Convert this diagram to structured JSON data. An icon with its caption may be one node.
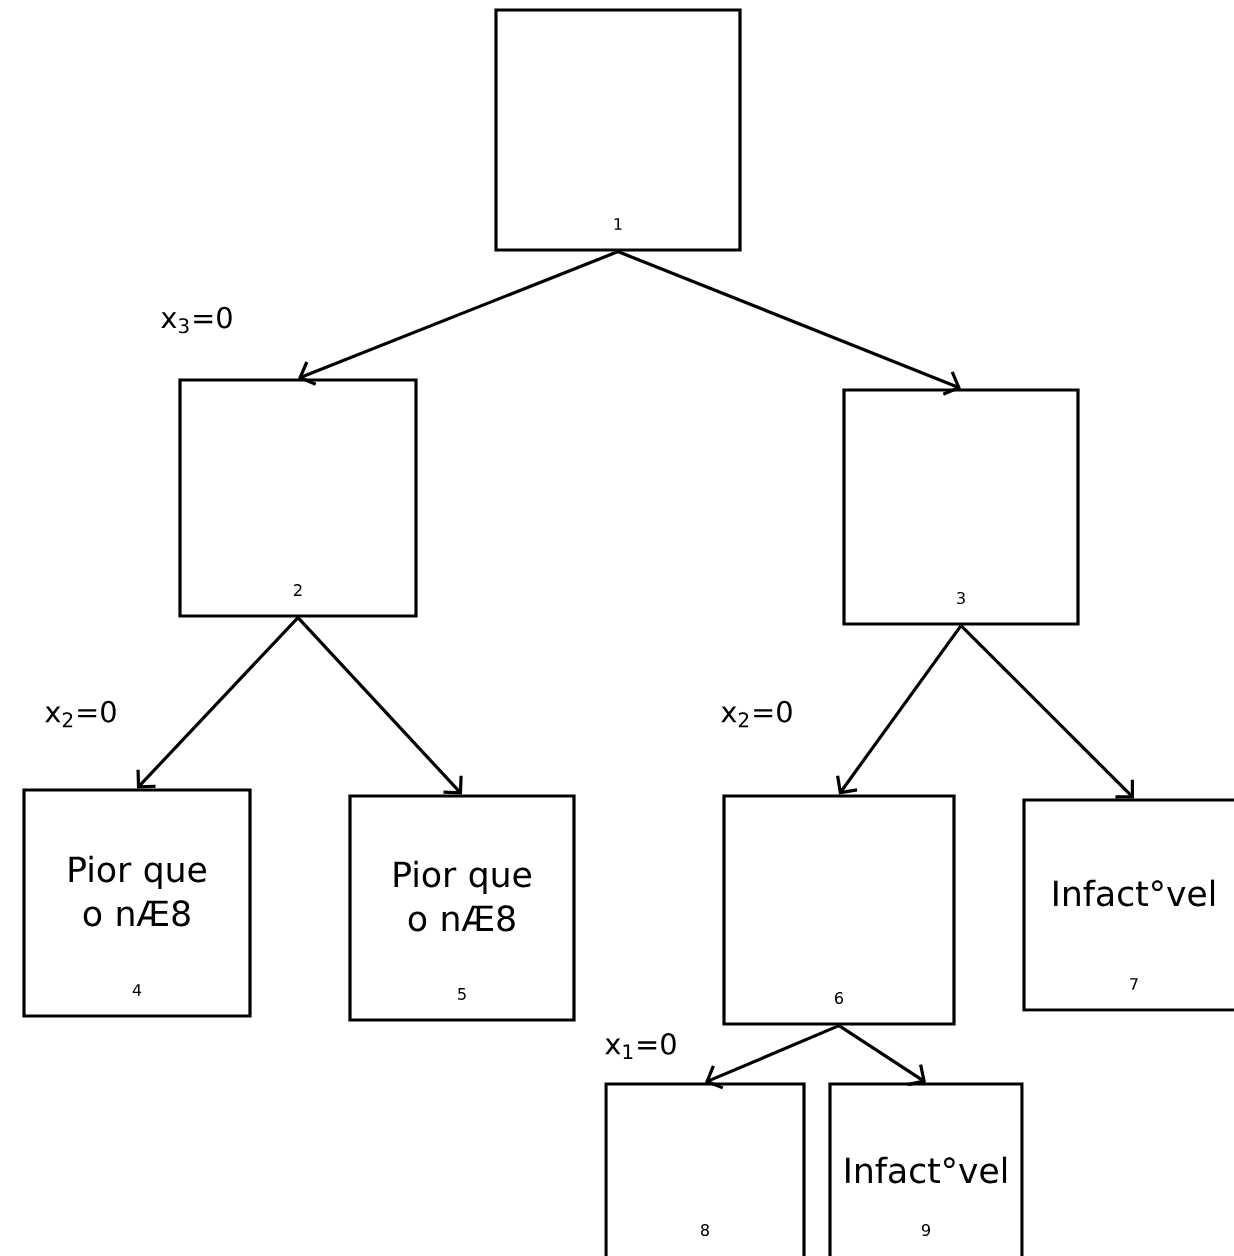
{
  "diagram": {
    "nodes": [
      {
        "text": [
          "1"
        ]
      },
      {
        "text": [
          "2"
        ]
      },
      {
        "text": [
          "3"
        ]
      },
      {
        "text": [
          "Pior que o nÆ8",
          "4"
        ]
      },
      {
        "text": [
          "Pior que o nÆ8",
          "5"
        ]
      },
      {
        "text": [
          "6"
        ]
      },
      {
        "text": [
          "Infact°vel",
          "7"
        ]
      },
      {
        "text": [
          "8"
        ]
      },
      {
        "text": [
          "Infact°vel",
          "9"
        ]
      }
    ],
    "edges": [
      {
        "from": 0,
        "to": 1,
        "arrow": "to",
        "label": "x$_{3}$=0"
      },
      {
        "from": 0,
        "to": 2,
        "arrow": "to"
      },
      {
        "from": 1,
        "to": 3,
        "arrow": "to",
        "label": "x$_{2}$=0"
      },
      {
        "from": 1,
        "to": 4,
        "arrow": "to"
      },
      {
        "from": 2,
        "to": 5,
        "arrow": "to",
        "label": "x$_{2}$=0"
      },
      {
        "from": 2,
        "to": 6,
        "arrow": "to"
      },
      {
        "from": 5,
        "to": 7,
        "arrow": "to",
        "label": "x$_{1}$=0"
      },
      {
        "from": 5,
        "to": 8,
        "arrow": "to"
      }
    ]
  }
}
